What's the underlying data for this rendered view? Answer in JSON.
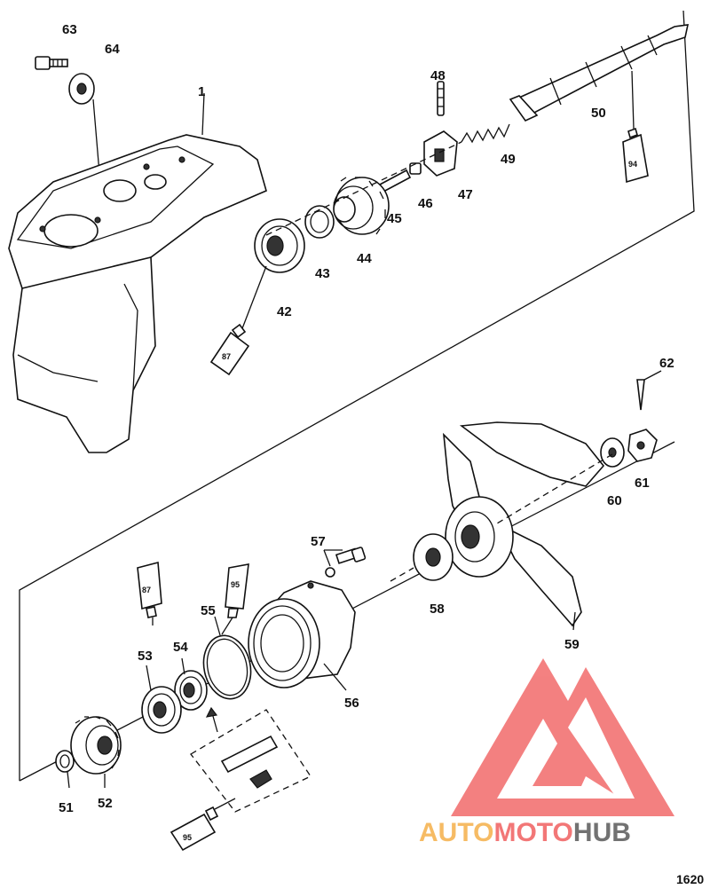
{
  "callouts": [
    "63",
    "64",
    "1",
    "48",
    "50",
    "49",
    "47",
    "46",
    "45",
    "44",
    "43",
    "42",
    "94",
    "87",
    "62",
    "60",
    "61",
    "57",
    "58",
    "59",
    "55",
    "53",
    "54",
    "56",
    "51",
    "52",
    "95"
  ],
  "tubes": [
    "94",
    "87",
    "87",
    "95",
    "95"
  ],
  "watermark": {
    "part1": "AUTO",
    "part2": "MOTO",
    "part3": "HUB",
    "color_light": "#f5a623",
    "color_red": "#f04a4a",
    "color_gray": "#555555"
  },
  "figure_number": "1620"
}
